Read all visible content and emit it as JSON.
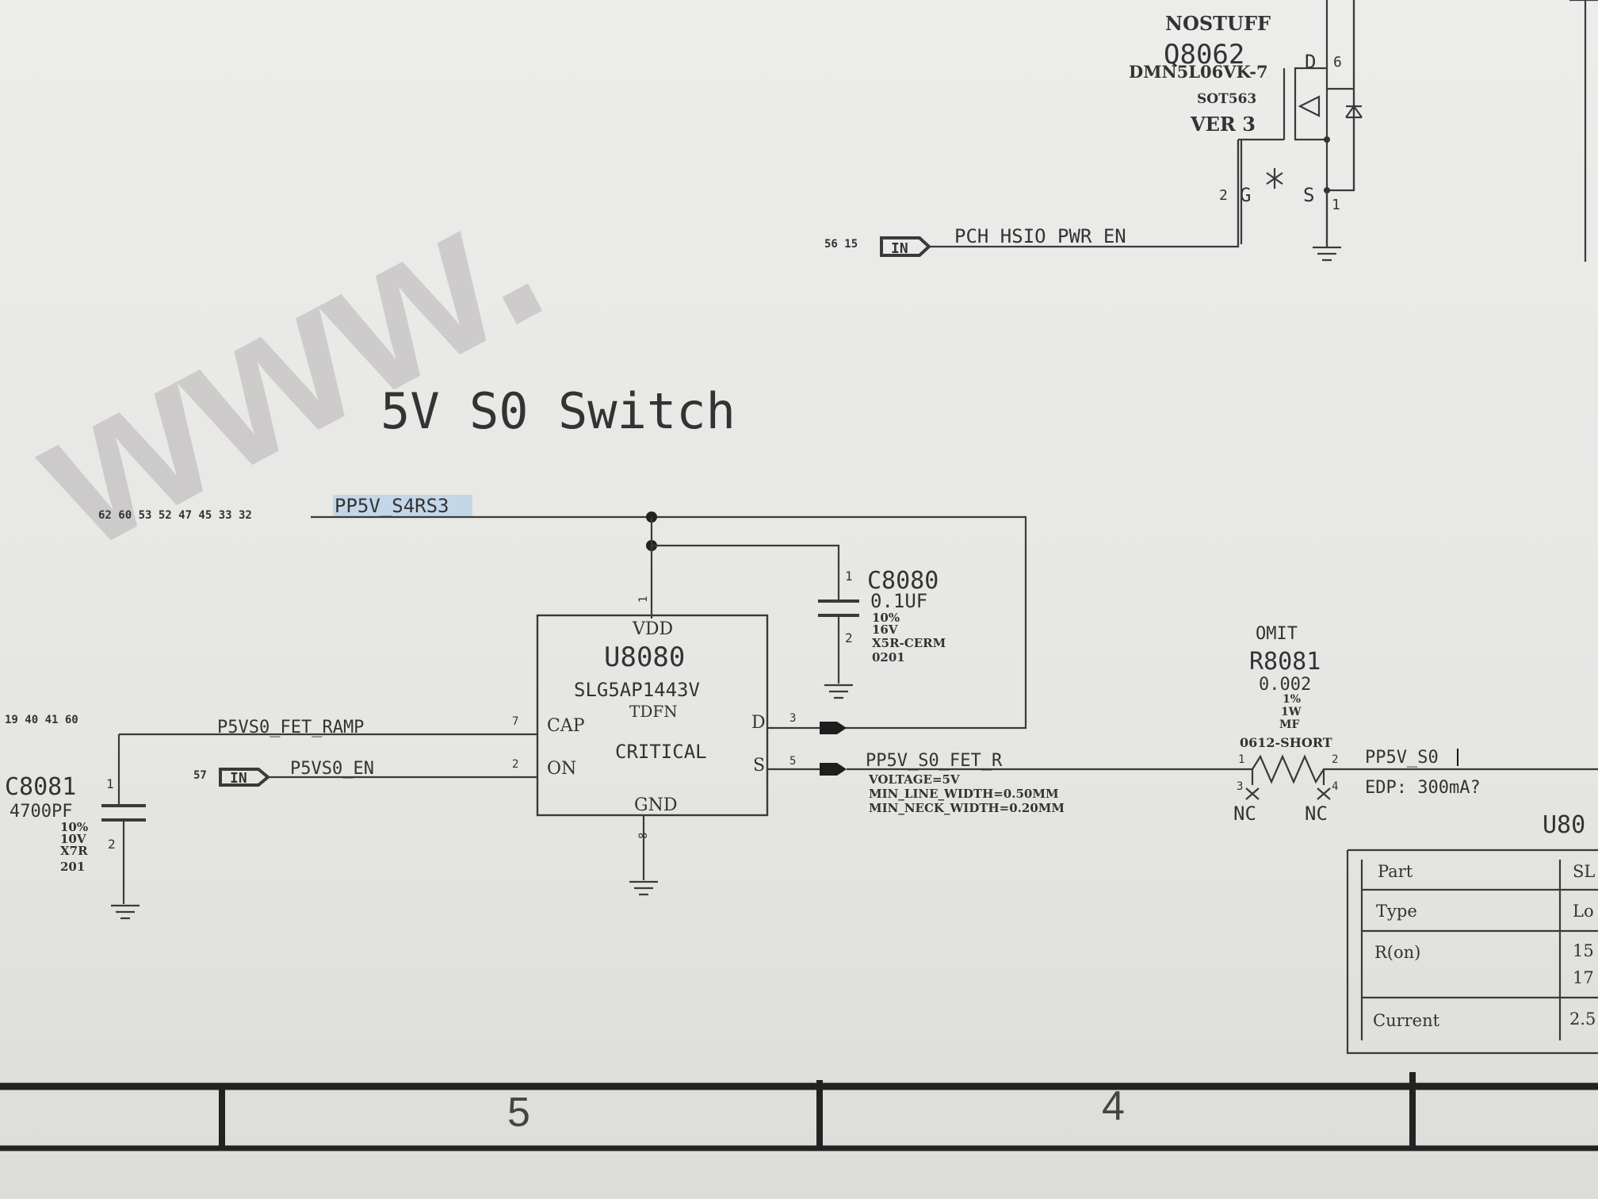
{
  "watermark": "www.",
  "title": "5V S0 Switch",
  "q8062": {
    "stuff": "NOSTUFF",
    "ref": "Q8062",
    "part": "DMN5L06VK-7",
    "package": "SOT563",
    "ver": "VER 3",
    "pin_d": "D",
    "pin_d_num": "6",
    "pin_g": "G",
    "pin_g_num": "2",
    "pin_s": "S",
    "pin_s_num": "1"
  },
  "pch_net": {
    "pages": "56 15",
    "port": "IN",
    "name": "PCH_HSIO_PWR_EN"
  },
  "pp5v_s4rs3": {
    "pages": "62 60 53 52 47 45 33 32",
    "name": "PP5V_S4RS3"
  },
  "u8080": {
    "ref": "U8080",
    "part": "SLG5AP1443V",
    "package": "TDFN",
    "tag": "CRITICAL",
    "pins": {
      "vdd": "VDD",
      "cap": "CAP",
      "on": "ON",
      "d": "D",
      "s": "S",
      "gnd": "GND"
    },
    "pin_nums": {
      "vdd": "1",
      "cap": "7",
      "on": "2",
      "d": "3",
      "s": "5",
      "gnd": "8"
    }
  },
  "c8080": {
    "ref": "C8080",
    "value": "0.1UF",
    "tol": "10%",
    "volt": "16V",
    "dielectric": "X5R-CERM",
    "size": "0201",
    "pin1": "1",
    "pin2": "2"
  },
  "c8081": {
    "ref": "C8081",
    "value": "4700PF",
    "tol": "10%",
    "volt": "10V",
    "dielectric": "X7R",
    "size": "201",
    "pin1": "1",
    "pin2": "2"
  },
  "ramp_net": {
    "pages": "19 40 41 60",
    "name": "P5VS0_FET_RAMP"
  },
  "en_net": {
    "pages": "57",
    "port": "IN",
    "name": "P5VS0_EN"
  },
  "fet_r_net": {
    "name": "PP5V_S0_FET_R",
    "voltage": "VOLTAGE=5V",
    "min_line": "MIN_LINE_WIDTH=0.50MM",
    "min_neck": "MIN_NECK_WIDTH=0.20MM"
  },
  "r8081": {
    "omit": "OMIT",
    "ref": "R8081",
    "value": "0.002",
    "tol": "1%",
    "power": "1W",
    "type": "MF",
    "package": "0612-SHORT",
    "pin1": "1",
    "pin2": "2",
    "pin3": "3",
    "pin4": "4",
    "nc": "NC"
  },
  "pp5v_s0": {
    "name": "PP5V_S0",
    "edp": "EDP: 300mA?"
  },
  "spec_table": {
    "title": "U80",
    "rows": [
      {
        "label": "Part",
        "value": "SL"
      },
      {
        "label": "Type",
        "value": "Lo"
      },
      {
        "label": "R(on)",
        "value": "15",
        "value2": "17"
      },
      {
        "label": "Current",
        "value": "2.5"
      }
    ]
  },
  "zones": [
    "5",
    "4"
  ]
}
